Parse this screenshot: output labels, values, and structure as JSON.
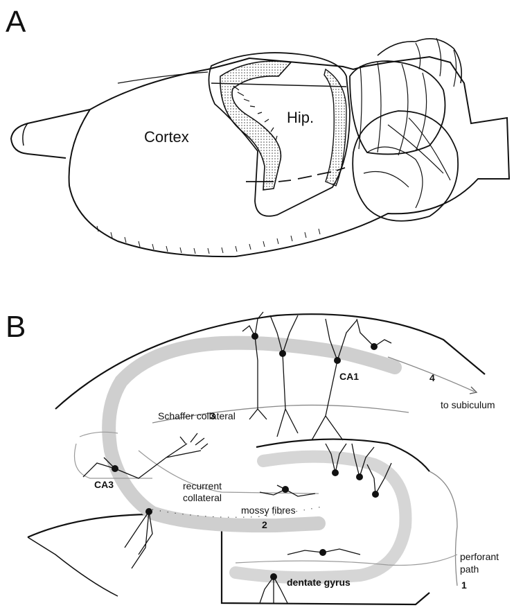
{
  "panel_a": {
    "letter": "A",
    "labels": {
      "cortex": "Cortex",
      "hippocampus": "Hip."
    }
  },
  "panel_b": {
    "letter": "B",
    "labels": {
      "ca1": "CA1",
      "ca3": "CA3",
      "schaffer": "Schaffer collateral",
      "schaffer_num": "3",
      "to_subiculum": "to subiculum",
      "subiculum_num": "4",
      "recurrent_1": "recurrent",
      "recurrent_2": "collateral",
      "mossy": "mossy fibres",
      "mossy_num": "2",
      "dentate": "dentate gyrus",
      "perforant_1": "perforant",
      "perforant_2": "path",
      "perforant_num": "1"
    }
  },
  "colors": {
    "ink": "#111111",
    "band": "#cfcfcf",
    "stipple": "#bdbdbd"
  }
}
